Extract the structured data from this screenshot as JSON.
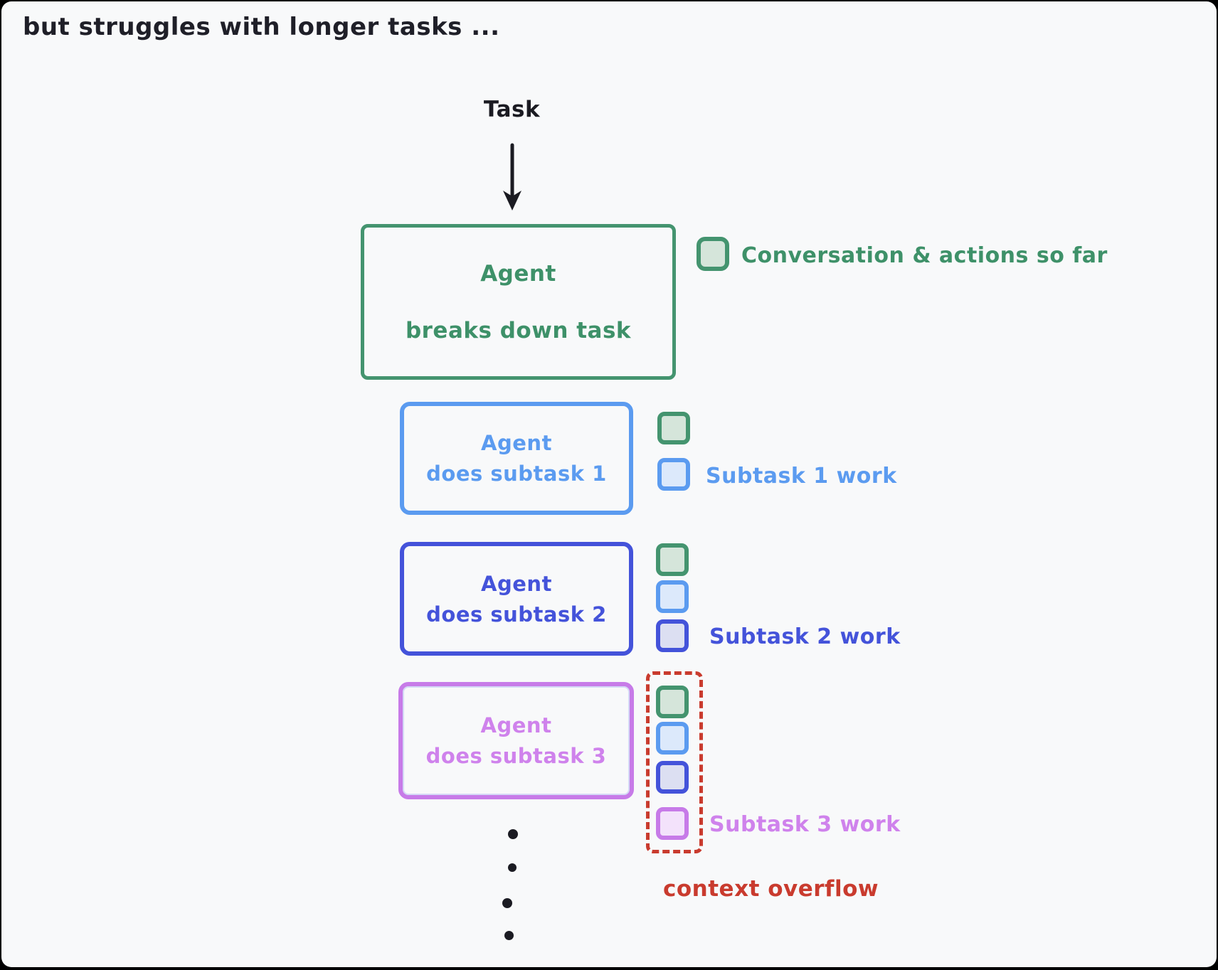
{
  "title": "but struggles with longer tasks ...",
  "flow": {
    "task_label": "Task",
    "planner": {
      "line1": "Agent",
      "line2": "breaks down task"
    },
    "context_legend": "Conversation & actions so far",
    "subtasks": [
      {
        "line1": "Agent",
        "line2": "does subtask 1",
        "work_label": "Subtask 1 work"
      },
      {
        "line1": "Agent",
        "line2": "does subtask 2",
        "work_label": "Subtask 2 work"
      },
      {
        "line1": "Agent",
        "line2": "does subtask 3",
        "work_label": "Subtask 3 work"
      }
    ],
    "overflow_label": "context overflow"
  },
  "legend_chips": [
    "conversation-context-chip-green",
    "subtask-1-work-chip-blue",
    "subtask-2-work-chip-royal",
    "subtask-3-work-chip-purple"
  ],
  "colors": {
    "background": "#f8f9fa",
    "ink": "#1f1f28",
    "green_border": "#44946f",
    "green_text": "#3e9169",
    "green_fill": "#d5e5da",
    "blue_border": "#5b9bf0",
    "blue_fill": "#dce9fb",
    "royal_border": "#4453da",
    "royal_fill": "#dcdff2",
    "purple_border": "#c77be8",
    "purple_text": "#cf82ec",
    "purple_fill": "#f3e2fb",
    "red": "#c93b2e"
  }
}
